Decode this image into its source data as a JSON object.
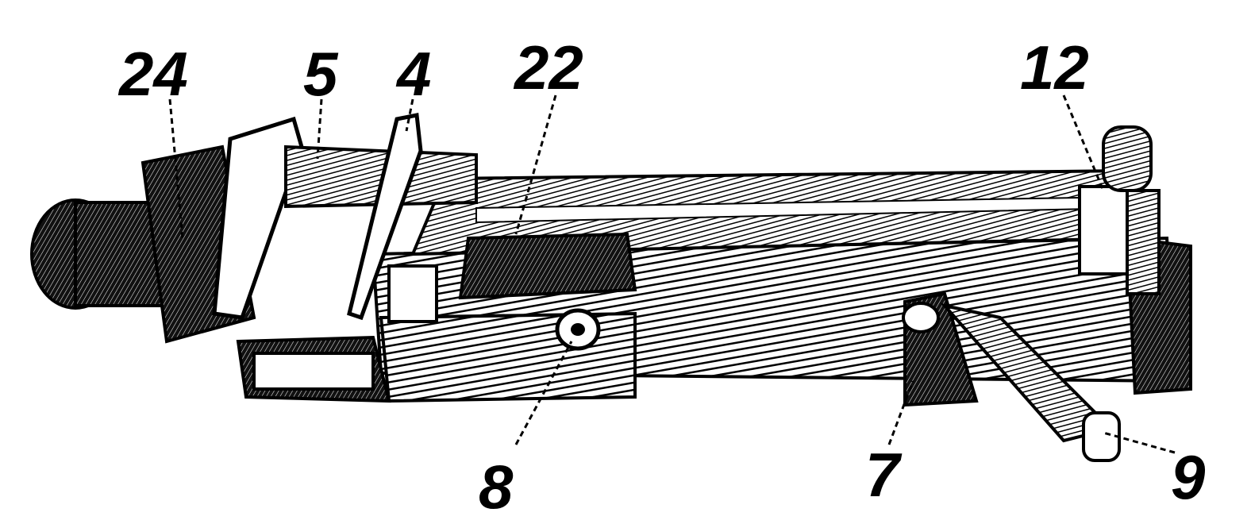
{
  "figure": {
    "background_color": "#ffffff",
    "ink_color": "#000000"
  },
  "callouts": [
    {
      "id": "c24",
      "label": "24"
    },
    {
      "id": "c5",
      "label": "5"
    },
    {
      "id": "c4",
      "label": "4"
    },
    {
      "id": "c22",
      "label": "22"
    },
    {
      "id": "c12",
      "label": "12"
    },
    {
      "id": "c8",
      "label": "8"
    },
    {
      "id": "c7",
      "label": "7"
    },
    {
      "id": "c9",
      "label": "9"
    }
  ]
}
